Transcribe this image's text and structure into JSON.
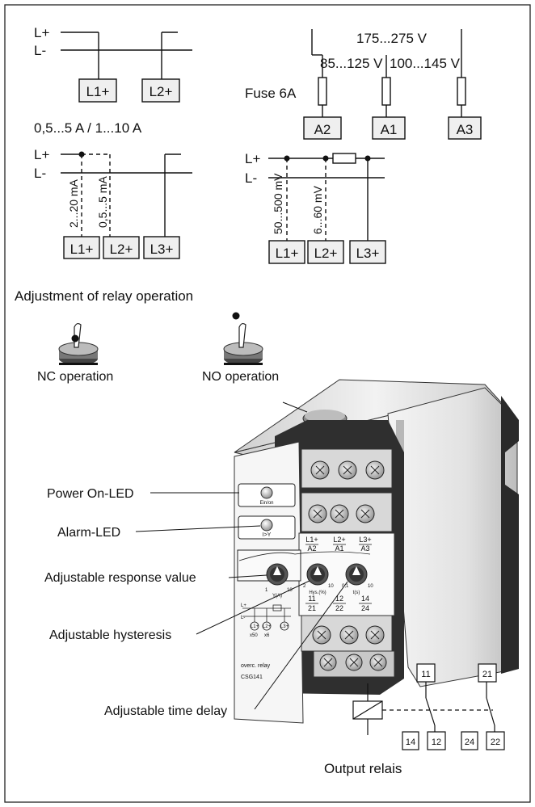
{
  "wiring": {
    "lp": "L+",
    "lm": "L-",
    "l1": "L1+",
    "l2": "L2+",
    "l3": "L3+",
    "current_range": "0,5...5 A / 1...10 A",
    "range_2_20ma": "2...20 mA",
    "range_05_5ma": "0,5...5 mA",
    "range_50_500mv": "50...500 mV",
    "range_6_60mv": "6...60 mV"
  },
  "supply": {
    "v_175_275": "175...275 V",
    "v_85_125": "85...125 V",
    "v_100_145": "100...145 V",
    "fuse": "Fuse 6A",
    "a1": "A1",
    "a2": "A2",
    "a3": "A3"
  },
  "relay_adjust": {
    "title": "Adjustment of relay operation",
    "nc": "NC operation",
    "no": "NO operation"
  },
  "callouts": {
    "power_led": "Power On-LED",
    "alarm_led": "Alarm-LED",
    "response": "Adjustable response value",
    "hysteresis": "Adjustable hysteresis",
    "time_delay": "Adjustable time delay"
  },
  "device": {
    "led_on": "Ein/on",
    "led_alarm": "I>Y",
    "lbl_l1": "L1+",
    "lbl_a2": "A2",
    "lbl_l2": "L2+",
    "lbl_a1": "A1",
    "lbl_l3": "L3+",
    "lbl_a3": "A3",
    "k1_min": "1",
    "k1_max": "10",
    "k1_unit": "Y(A)",
    "k2_min": "2",
    "k2_max": "10",
    "k2_unit": "Hys.(%)",
    "k3_min": "0,1",
    "k3_max": "10",
    "k3_unit": "t(s)",
    "t11": "11",
    "t21": "21",
    "t12": "12",
    "t22": "22",
    "t14": "14",
    "t24": "24",
    "mini_l1": "L1+",
    "mini_l2": "L2+",
    "mini_l3": "L3+",
    "mini_x50": "x50",
    "mini_x6": "x6",
    "name": "overc. relay",
    "model": "CSG141"
  },
  "output": {
    "title": "Output relais",
    "t11": "11",
    "t21": "21",
    "t14": "14",
    "t12": "12",
    "t24": "24",
    "t22": "22"
  }
}
